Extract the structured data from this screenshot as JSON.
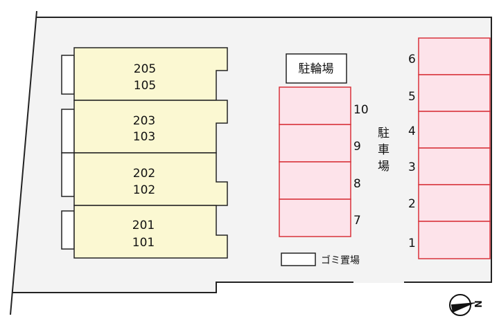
{
  "colors": {
    "lot": "#f3f3f3",
    "building": "#fbf8d2",
    "parking_fill": "#fde3ea",
    "parking_stroke": "#d8323a",
    "line": "#222222"
  },
  "buildings": [
    {
      "upper": "205",
      "lower": "105"
    },
    {
      "upper": "203",
      "lower": "103"
    },
    {
      "upper": "202",
      "lower": "102"
    },
    {
      "upper": "201",
      "lower": "101"
    }
  ],
  "bicycle_parking": "駐輪場",
  "parking_label": [
    "駐",
    "車",
    "場"
  ],
  "parking_left": [
    "10",
    "9",
    "8",
    "7"
  ],
  "parking_right": [
    "6",
    "5",
    "4",
    "3",
    "2",
    "1"
  ],
  "garbage_label": "ゴミ置場",
  "compass": {
    "icon": "north-arrow-icon",
    "label": "N"
  }
}
